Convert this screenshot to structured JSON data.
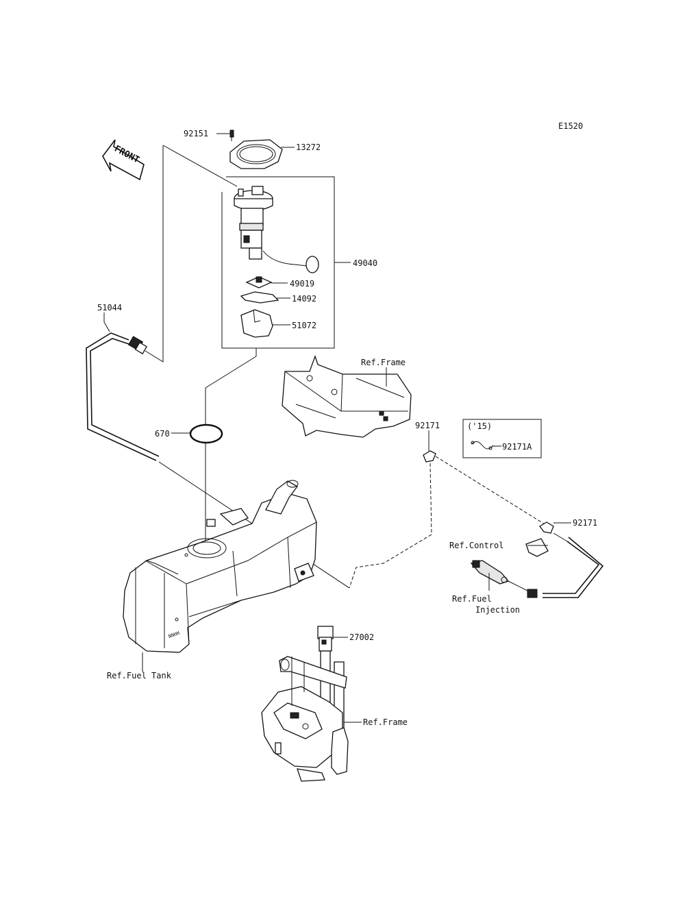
{
  "diagram": {
    "code": "E1520",
    "front_label": "FRONT",
    "parts": {
      "p92151": "92151",
      "p13272": "13272",
      "p49040": "49040",
      "p49019": "49019",
      "p14092": "14092",
      "p51072": "51072",
      "p51044": "51044",
      "p670": "670",
      "p92171_top": "92171",
      "p92171A": "92171A",
      "p92171_right": "92171",
      "p27002": "27002"
    },
    "year_note": "('15)",
    "refs": {
      "frame_top": "Ref.Frame",
      "control": "Ref.Control",
      "fuel_injection_1": "Ref.Fuel",
      "fuel_injection_2": "Injection",
      "fuel_tank": "Ref.Fuel Tank",
      "frame_bottom": "Ref.Frame"
    }
  }
}
